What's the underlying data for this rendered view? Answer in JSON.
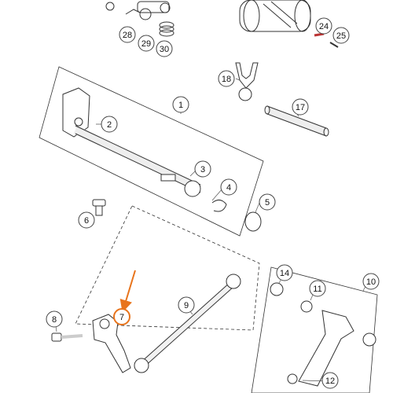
{
  "diagram": {
    "callouts": [
      {
        "id": "c28",
        "label": "28"
      },
      {
        "id": "c29",
        "label": "29"
      },
      {
        "id": "c30",
        "label": "30"
      },
      {
        "id": "c24",
        "label": "24"
      },
      {
        "id": "c25",
        "label": "25"
      },
      {
        "id": "c18",
        "label": "18"
      },
      {
        "id": "c17",
        "label": "17"
      },
      {
        "id": "c1",
        "label": "1"
      },
      {
        "id": "c2",
        "label": "2"
      },
      {
        "id": "c3",
        "label": "3"
      },
      {
        "id": "c4",
        "label": "4"
      },
      {
        "id": "c5",
        "label": "5"
      },
      {
        "id": "c6",
        "label": "6"
      },
      {
        "id": "c7",
        "label": "7",
        "highlighted": true
      },
      {
        "id": "c8",
        "label": "8"
      },
      {
        "id": "c9",
        "label": "9"
      },
      {
        "id": "c10",
        "label": "10"
      },
      {
        "id": "c11",
        "label": "11"
      },
      {
        "id": "c14",
        "label": "14"
      },
      {
        "id": "c12",
        "label": "12"
      }
    ],
    "colors": {
      "line": "#333333",
      "callout_border": "#444444",
      "highlight": "#e8741c"
    }
  }
}
